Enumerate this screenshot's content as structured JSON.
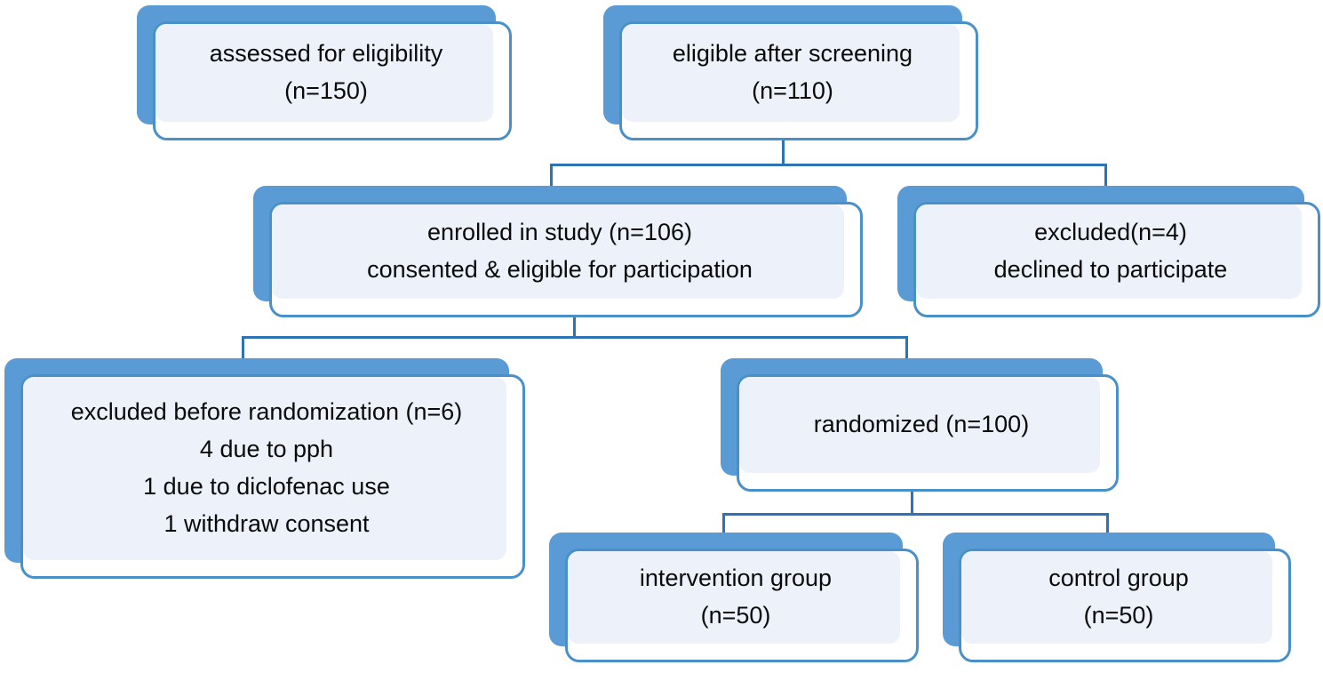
{
  "chart_data": {
    "type": "diagram",
    "title": "CONSORT participant flow diagram",
    "nodes": [
      {
        "id": "assessed",
        "lines": [
          "assessed for eligibility",
          "(n=150)"
        ]
      },
      {
        "id": "eligible",
        "lines": [
          "eligible after screening",
          "(n=110)"
        ]
      },
      {
        "id": "enrolled",
        "lines": [
          "enrolled in study (n=106)",
          "consented & eligible for participation"
        ]
      },
      {
        "id": "excluded4",
        "lines": [
          "excluded(n=4)",
          "declined to participate"
        ]
      },
      {
        "id": "excluded6",
        "lines": [
          "excluded before randomization (n=6)",
          "4 due to pph",
          "1 due to diclofenac use",
          "1 withdraw consent"
        ]
      },
      {
        "id": "randomized",
        "lines": [
          "randomized (n=100)"
        ]
      },
      {
        "id": "intervention",
        "lines": [
          "intervention group",
          "(n=50)"
        ]
      },
      {
        "id": "control",
        "lines": [
          "control group",
          "(n=50)"
        ]
      }
    ],
    "edges": [
      {
        "from": "eligible",
        "to": "enrolled"
      },
      {
        "from": "eligible",
        "to": "excluded4"
      },
      {
        "from": "enrolled",
        "to": "excluded6"
      },
      {
        "from": "enrolled",
        "to": "randomized"
      },
      {
        "from": "randomized",
        "to": "intervention"
      },
      {
        "from": "randomized",
        "to": "control"
      }
    ],
    "colors": {
      "shadow_block": "#5B9BD5",
      "card_border": "#4A90C8",
      "card_background": "#FFFFFF",
      "inner_fill": "#EDF2FA",
      "connector": "#2E74B5",
      "text": "#0A0A0A",
      "canvas": "#FFFFFF"
    }
  },
  "nodes": {
    "assessed": {
      "line1": "assessed for eligibility",
      "line2": "(n=150)"
    },
    "eligible": {
      "line1": "eligible after screening",
      "line2": "(n=110)"
    },
    "enrolled": {
      "line1": "enrolled in study (n=106)",
      "line2": "consented & eligible for participation"
    },
    "excluded4": {
      "line1": "excluded(n=4)",
      "line2": "declined to participate"
    },
    "excluded6": {
      "line1": "excluded before randomization (n=6)",
      "line2": "4 due to pph",
      "line3": "1 due to diclofenac use",
      "line4": "1 withdraw consent"
    },
    "randomized": {
      "line1": "randomized (n=100)"
    },
    "intervention": {
      "line1": "intervention group",
      "line2": "(n=50)"
    },
    "control": {
      "line1": "control group",
      "line2": "(n=50)"
    }
  }
}
